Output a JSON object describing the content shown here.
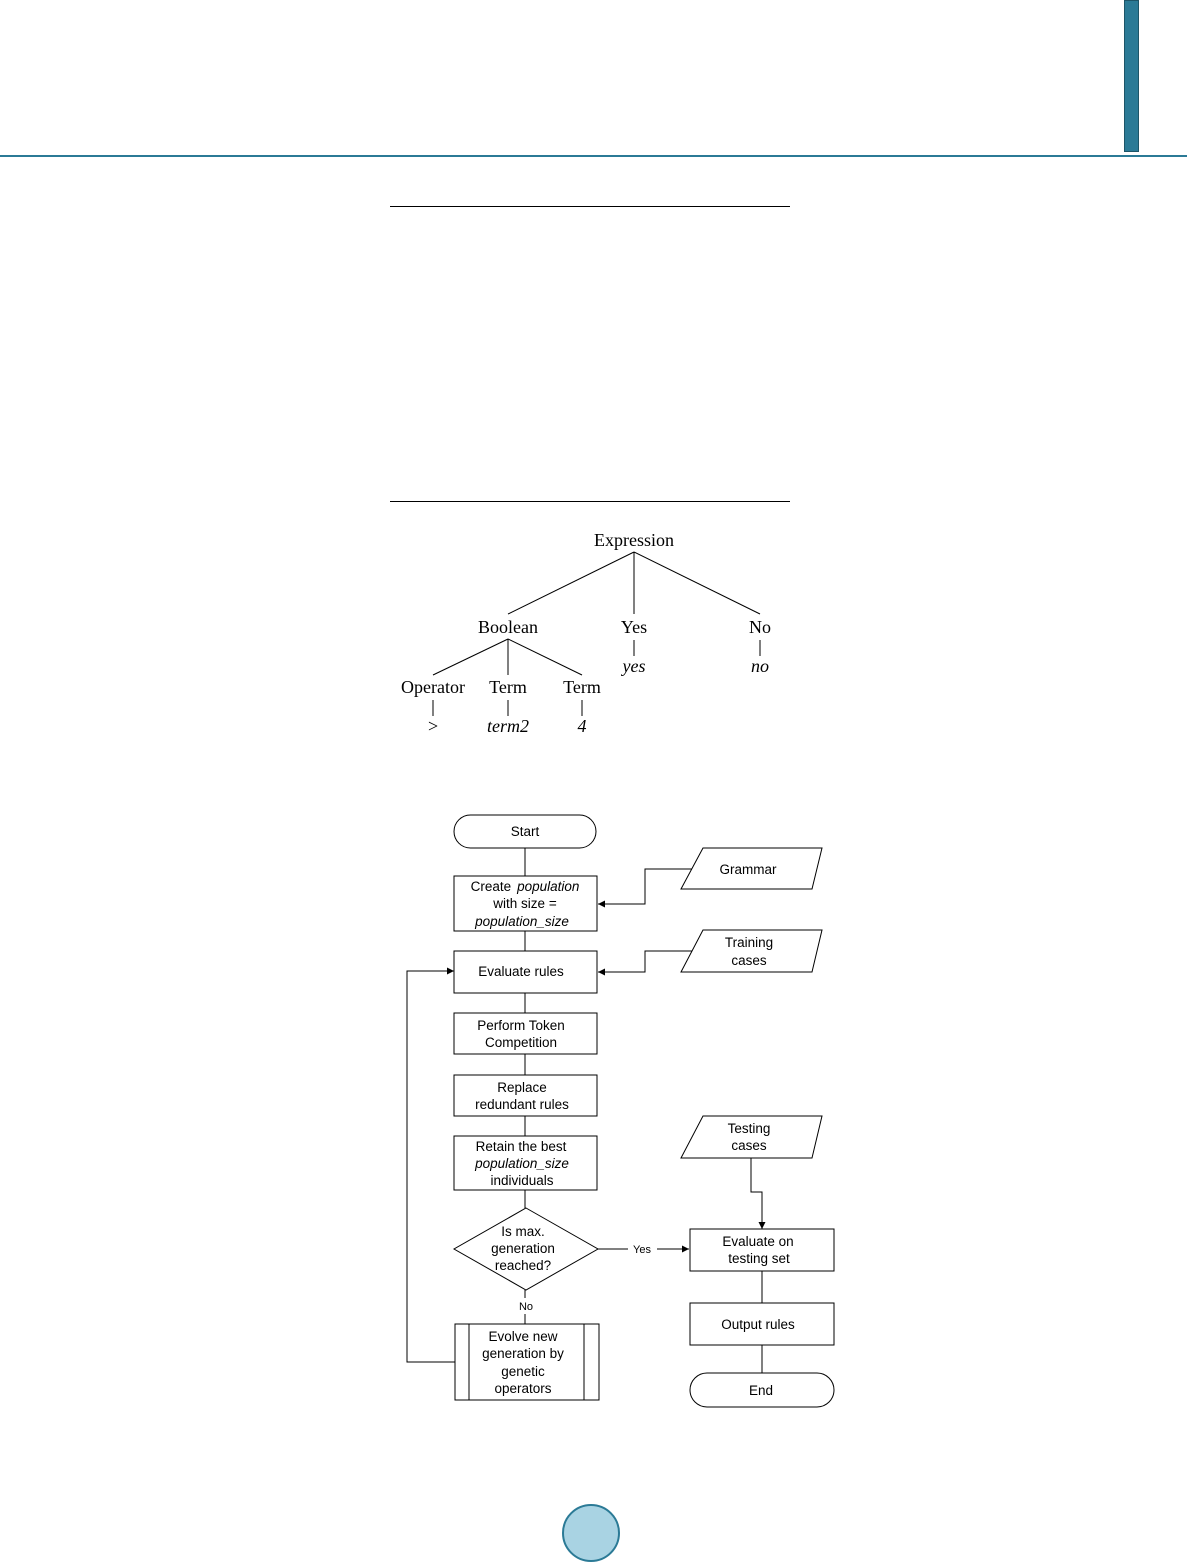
{
  "colors": {
    "accent": "#2b7a96",
    "badge_fill": "#a9d3e3",
    "line": "#000000"
  },
  "tree": {
    "root": "Expression",
    "boolean": "Boolean",
    "yes": "Yes",
    "no": "No",
    "operator": "Operator",
    "term1": "Term",
    "term2": "Term",
    "leaf_operator": ">",
    "leaf_term1": "term2",
    "leaf_term2": "4",
    "leaf_yes": "yes",
    "leaf_no": "no"
  },
  "flowchart": {
    "start": "Start",
    "create_l1_a": "Create",
    "create_l1_b": "population",
    "create_l2": "with size =",
    "create_l3": "population_size",
    "grammar": "Grammar",
    "evaluate": "Evaluate rules",
    "training_l1": "Training",
    "training_l2": "cases",
    "token_l1": "Perform Token",
    "token_l2": "Competition",
    "replace_l1": "Replace",
    "replace_l2": "redundant rules",
    "retain_l1": "Retain the best",
    "retain_l2": "population_size",
    "retain_l3": "individuals",
    "decision_l1": "Is max.",
    "decision_l2": "generation",
    "decision_l3": "reached?",
    "yes_label": "Yes",
    "no_label": "No",
    "evolve_l1": "Evolve new",
    "evolve_l2": "generation by",
    "evolve_l3": "genetic",
    "evolve_l4": "operators",
    "testing_l1": "Testing",
    "testing_l2": "cases",
    "eval_test_l1": "Evaluate on",
    "eval_test_l2": "testing set",
    "output": "Output rules",
    "end": "End"
  }
}
